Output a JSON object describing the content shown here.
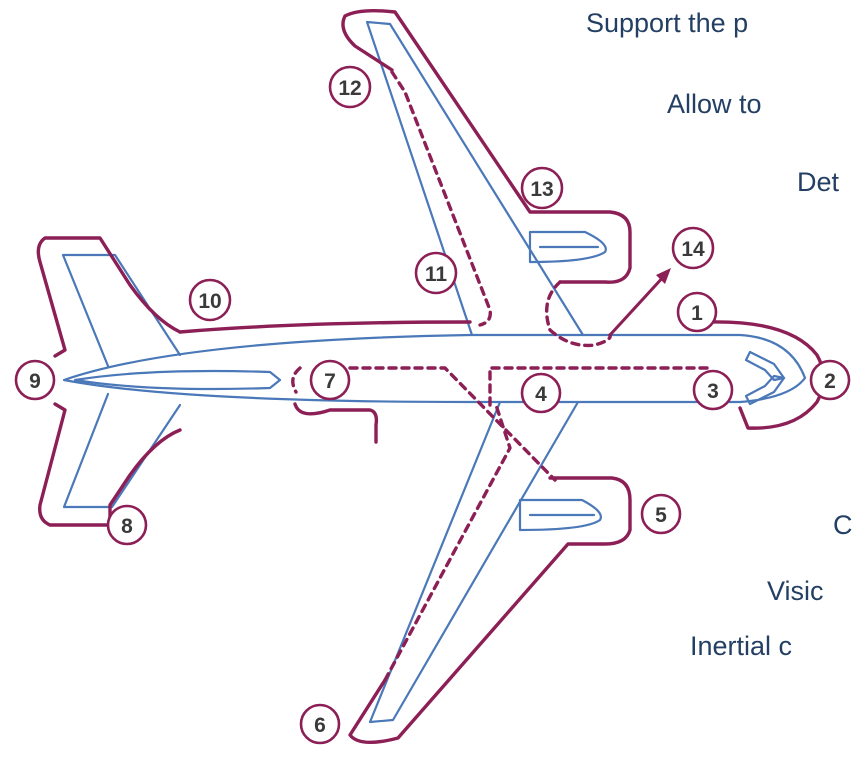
{
  "badges": [
    {
      "id": "1",
      "label": "1"
    },
    {
      "id": "2",
      "label": "2"
    },
    {
      "id": "3",
      "label": "3"
    },
    {
      "id": "4",
      "label": "4"
    },
    {
      "id": "5",
      "label": "5"
    },
    {
      "id": "6",
      "label": "6"
    },
    {
      "id": "7",
      "label": "7"
    },
    {
      "id": "8",
      "label": "8"
    },
    {
      "id": "9",
      "label": "9"
    },
    {
      "id": "10",
      "label": "10"
    },
    {
      "id": "11",
      "label": "11"
    },
    {
      "id": "12",
      "label": "12"
    },
    {
      "id": "13",
      "label": "13"
    },
    {
      "id": "14",
      "label": "14"
    }
  ],
  "side_labels": [
    {
      "id": "support",
      "text": "Support the p"
    },
    {
      "id": "allow",
      "text": "Allow to"
    },
    {
      "id": "det",
      "text": "Det"
    },
    {
      "id": "c",
      "text": "C"
    },
    {
      "id": "visic",
      "text": "Visic"
    },
    {
      "id": "inertial",
      "text": "Inertial c"
    }
  ],
  "colors": {
    "airframe": "#4a78b8",
    "zone": "#8c1f55",
    "text": "#233f63"
  }
}
